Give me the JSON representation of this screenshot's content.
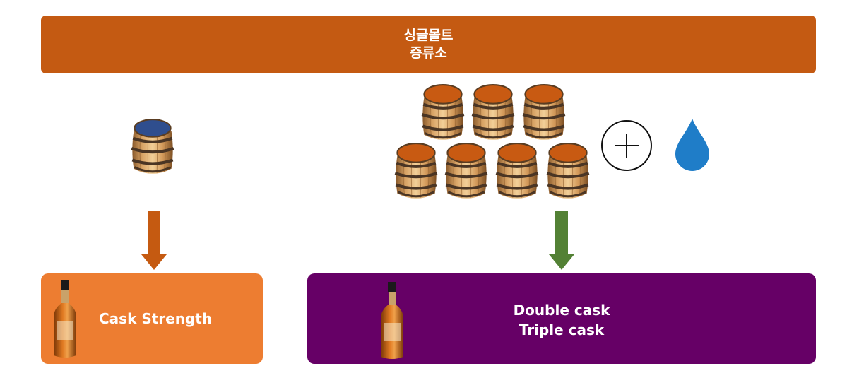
{
  "header": {
    "line1": "싱글몰트",
    "line2": "증류소"
  },
  "left_box": {
    "label": "Cask Strength"
  },
  "right_box": {
    "line1": "Double cask",
    "line2": "Triple cask"
  },
  "colors": {
    "header": "#c45a12",
    "left_box": "#ed7d31",
    "right_box": "#660066",
    "left_arrow": "#c55a11",
    "right_arrow": "#538135",
    "water_drop": "#1f7dc8",
    "single_cask_top": "#2f4e8e",
    "multi_cask_top": "#c85a12"
  },
  "icons": [
    "barrel-icon",
    "plus-circle-icon",
    "water-drop-icon",
    "arrow-down-icon",
    "whisky-bottle-icon"
  ]
}
